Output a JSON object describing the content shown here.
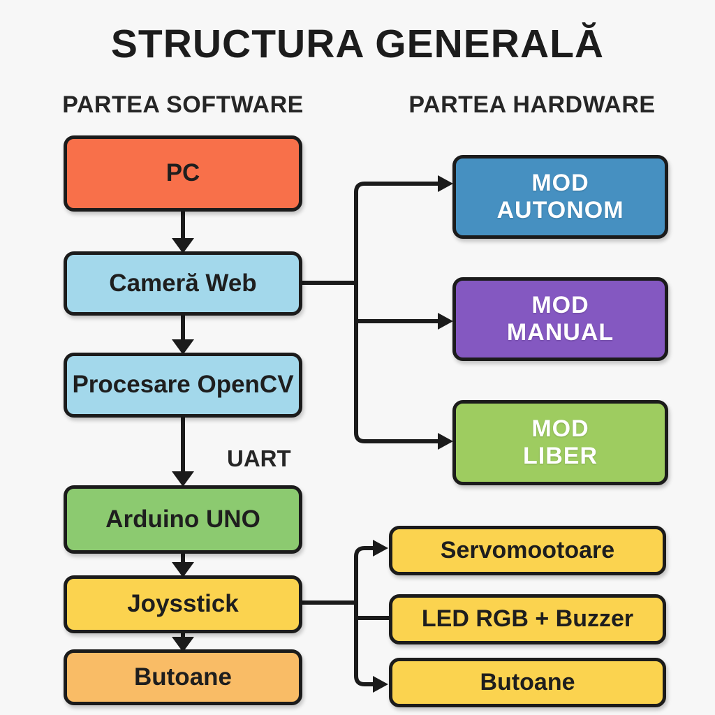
{
  "title": "STRUCTURA GENERALĂ",
  "sections": {
    "software": {
      "heading": "PARTEA SOFTWARE"
    },
    "hardware": {
      "heading": "PARTEA HARDWARE"
    }
  },
  "nodes": {
    "pc": {
      "label": "PC",
      "color": "#F8704A"
    },
    "camera_web": {
      "label": "Cameră Web",
      "color": "#A3D8EB"
    },
    "procesare_opencv": {
      "label": "Procesare OpenCV",
      "color": "#A3D8EB"
    },
    "arduino_uno": {
      "label": "Arduino UNO",
      "color": "#8CCA70"
    },
    "joysstick": {
      "label": "Joysstick",
      "color": "#FBD34F"
    },
    "butoane_sw": {
      "label": "Butoane",
      "color": "#F9BC66"
    },
    "mod_autonom": {
      "line1": "MOD",
      "line2": "AUTONOM",
      "color": "#4690C1"
    },
    "mod_manual": {
      "line1": "MOD",
      "line2": "MANUAL",
      "color": "#8458C1"
    },
    "mod_liber": {
      "line1": "MOD",
      "line2": "LIBER",
      "color": "#9ECC60"
    },
    "servomootoare": {
      "label": "Servomootoare",
      "color": "#FBD34F"
    },
    "led_rgb_buzzer": {
      "label": "LED RGB + Buzzer",
      "color": "#FBD34F"
    },
    "butoane_hw": {
      "label": "Butoane",
      "color": "#FBD34F"
    }
  },
  "edge_labels": {
    "uart": "UART"
  },
  "edges": [
    {
      "from": "pc",
      "to": "camera_web"
    },
    {
      "from": "camera_web",
      "to": "procesare_opencv"
    },
    {
      "from": "procesare_opencv",
      "to": "arduino_uno",
      "label": "UART"
    },
    {
      "from": "arduino_uno",
      "to": "joysstick"
    },
    {
      "from": "joysstick",
      "to": "butoane_sw"
    },
    {
      "from": "camera_web",
      "to": "mod_autonom"
    },
    {
      "from": "camera_web",
      "to": "mod_manual"
    },
    {
      "from": "camera_web",
      "to": "mod_liber"
    },
    {
      "from": "joysstick",
      "to": "servomootoare"
    },
    {
      "from": "joysstick",
      "to": "led_rgb_buzzer"
    },
    {
      "from": "joysstick",
      "to": "butoane_hw"
    }
  ],
  "palette": {
    "background": "#F7F7F7",
    "stroke": "#1B1B1B",
    "text_dark": "#1E1E1E",
    "text_light": "#FFFFFF"
  }
}
